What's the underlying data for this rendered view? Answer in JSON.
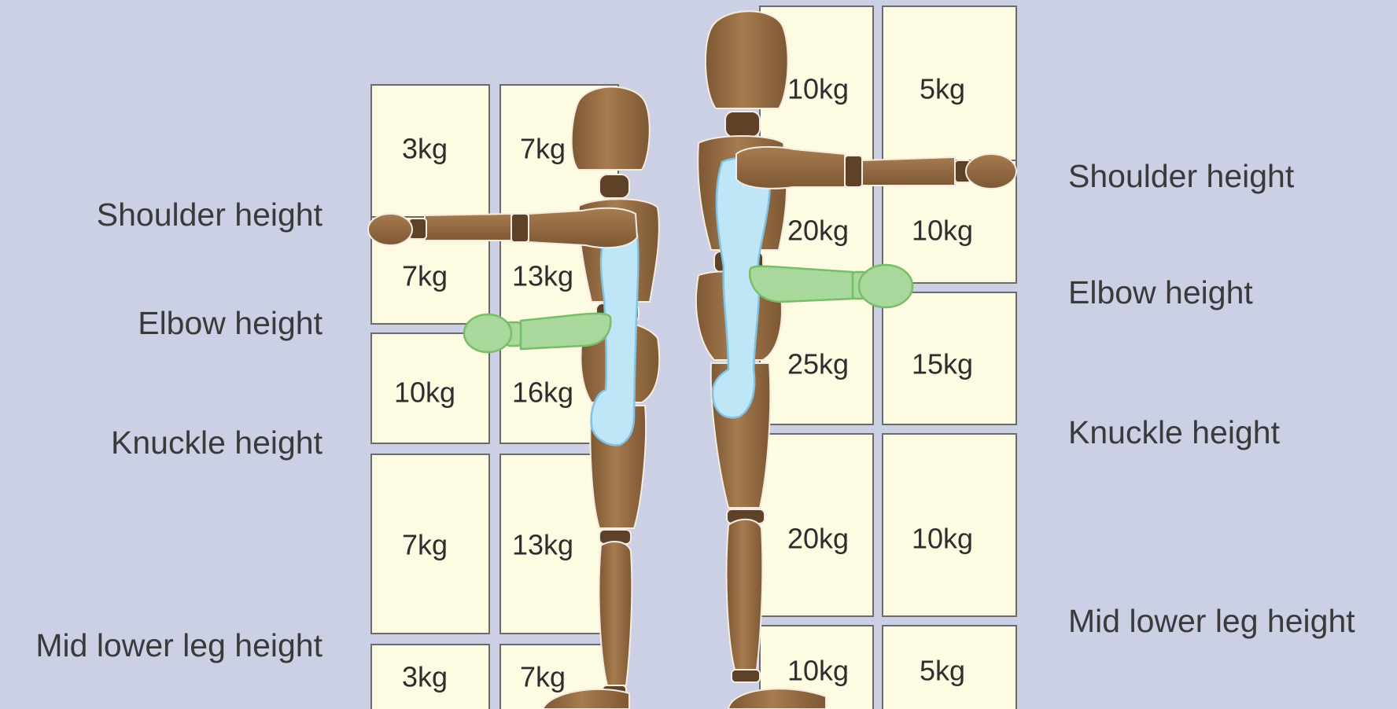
{
  "female_side": {
    "heights": {
      "shoulder": "Shoulder height",
      "elbow": "Elbow height",
      "knuckle": "Knuckle height",
      "mid_lower_leg": "Mid lower leg height"
    },
    "zones": [
      {
        "near": "3kg",
        "far": "7kg"
      },
      {
        "near": "7kg",
        "far": "13kg"
      },
      {
        "near": "10kg",
        "far": "16kg"
      },
      {
        "near": "7kg",
        "far": "13kg"
      },
      {
        "near": "3kg",
        "far": "7kg"
      }
    ]
  },
  "male_side": {
    "heights": {
      "shoulder": "Shoulder height",
      "elbow": "Elbow height",
      "knuckle": "Knuckle height",
      "mid_lower_leg": "Mid lower leg height"
    },
    "zones": [
      {
        "near": "10kg",
        "far": "5kg"
      },
      {
        "near": "20kg",
        "far": "10kg"
      },
      {
        "near": "25kg",
        "far": "15kg"
      },
      {
        "near": "20kg",
        "far": "10kg"
      },
      {
        "near": "10kg",
        "far": "5kg"
      }
    ]
  },
  "colors": {
    "background": "#cbd0e4",
    "box_fill": "#fdfbe1",
    "box_border": "#6b6b6b",
    "body_wood": "#9c7146",
    "body_joint": "#5e4228",
    "highlight_spine": "#bfe6f7",
    "highlight_arm": "#a9d89c"
  }
}
